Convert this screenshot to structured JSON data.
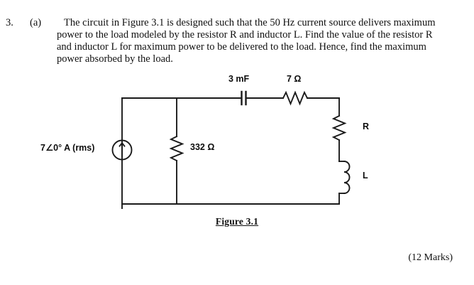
{
  "question": {
    "number": "3.",
    "part": "(a)",
    "text": "The circuit in Figure 3.1 is designed such that the 50 Hz current source delivers maximum power to the load modeled by the resistor R and inductor L. Find the value of the resistor R and inductor L for maximum power to be delivered to the load. Hence, find the maximum power absorbed by the load.",
    "marks": "(12 Marks)"
  },
  "figure": {
    "caption": "Figure 3.1",
    "labels": {
      "current_source": "7∠0° A (rms)",
      "shunt_resistor": "332 Ω",
      "capacitor": "3 mF",
      "series_resistor": "7 Ω",
      "load_resistor": "R",
      "load_inductor": "L"
    },
    "components": {
      "current_source_value": "7∠0° A (rms)",
      "shunt_resistor_value": "332 Ω",
      "capacitor_value": "3 mF",
      "series_resistor_value": "7 Ω",
      "load_resistor_value": "R",
      "load_inductor_value": "L",
      "frequency": "50 Hz"
    },
    "colors": {
      "wire": "#1a1a1a",
      "background": "#ffffff",
      "text": "#101010"
    }
  }
}
